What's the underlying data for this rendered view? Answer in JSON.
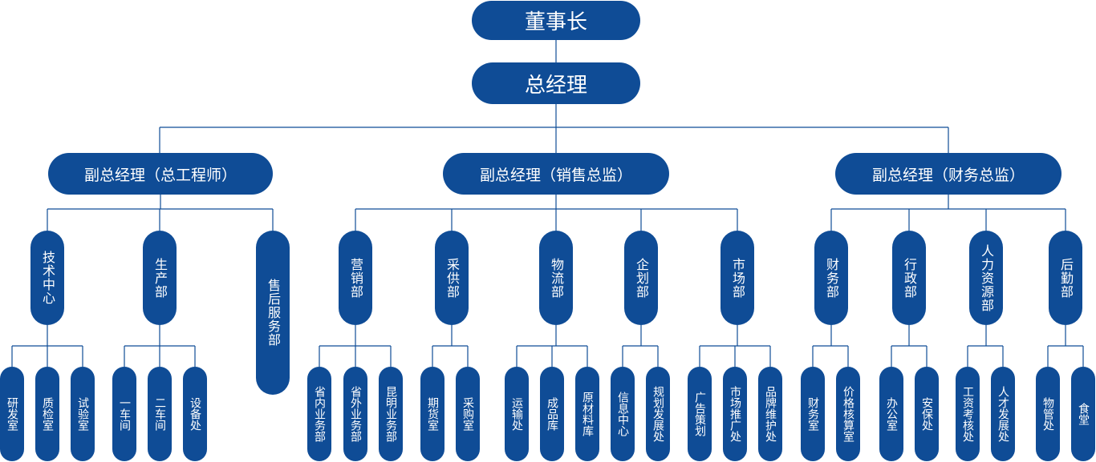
{
  "colors": {
    "node": "#0f4c96",
    "line": "#0f4c96",
    "text": "#ffffff"
  },
  "chairman": "董事长",
  "gm": "总经理",
  "vps": [
    {
      "label": "副总经理（总工程师）",
      "depts": [
        {
          "label": "技术中心",
          "subs": [
            "研发室",
            "质检室",
            "试验室"
          ]
        },
        {
          "label": "生产部",
          "subs": [
            "一车间",
            "二车间",
            "设备处"
          ]
        },
        {
          "label": "售后服务部",
          "subs": []
        }
      ]
    },
    {
      "label": "副总经理（销售总监）",
      "depts": [
        {
          "label": "营销部",
          "subs": [
            "省内业务部",
            "省外业务部",
            "昆明业务部"
          ]
        },
        {
          "label": "采供部",
          "subs": [
            "期货室",
            "采购室"
          ]
        },
        {
          "label": "物流部",
          "subs": [
            "运输处",
            "成品库",
            "原材料库"
          ]
        },
        {
          "label": "企划部",
          "subs": [
            "信息中心",
            "规划发展处"
          ]
        },
        {
          "label": "市场部",
          "subs": [
            "广告策划",
            "市场推广处",
            "品牌维护处"
          ]
        }
      ]
    },
    {
      "label": "副总经理（财务总监）",
      "depts": [
        {
          "label": "财务部",
          "subs": [
            "财务室",
            "价格核算室"
          ]
        },
        {
          "label": "行政部",
          "subs": [
            "办公室",
            "安保处"
          ]
        },
        {
          "label": "人力资源部",
          "subs": [
            "工资考核处",
            "人才发展处"
          ]
        },
        {
          "label": "后勤部",
          "subs": [
            "物管处",
            "食堂"
          ]
        }
      ]
    }
  ]
}
